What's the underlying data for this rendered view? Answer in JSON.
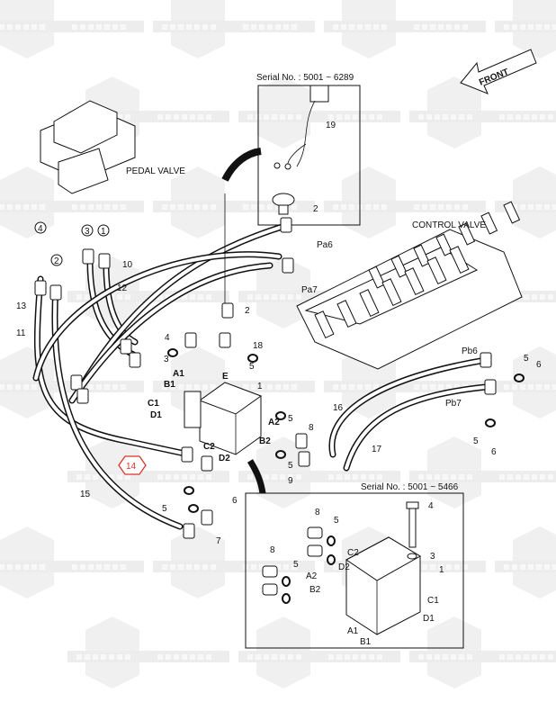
{
  "titles": {
    "pedal_valve": "PEDAL VALVE",
    "control_valve": "CONTROL VALVE",
    "front": "FRONT"
  },
  "serial_top": "Serial No. : 5001 ~ 6289",
  "serial_bottom": "Serial No.  : 5001 ~ 5466",
  "watermark": {
    "a": "COMPART",
    "b": "KOMPART"
  },
  "highlight_color": "#d9342b",
  "callouts": {
    "c19": "19",
    "c2top": "2",
    "p4": "4",
    "p2": "2",
    "p3": "3",
    "p1": "1",
    "c10": "10",
    "c12": "12",
    "c13": "13",
    "c11": "11",
    "c2": "2",
    "c18": "18",
    "c4": "4",
    "c5a": "5",
    "c3": "3",
    "cE": "E",
    "A1": "A1",
    "B1": "B1",
    "c1": "1",
    "C1": "C1",
    "D1": "D1",
    "A2": "A2",
    "B2": "B2",
    "C2": "C2",
    "D2": "D2",
    "c5b": "5",
    "c8": "8",
    "c5c": "5",
    "c9": "9",
    "c16": "16",
    "c17": "17",
    "c14": "14",
    "c15": "15",
    "c5d": "5",
    "c6a": "6",
    "c7": "7",
    "Pa6": "Pa6",
    "Pa7": "Pa7",
    "Pb6": "Pb6",
    "Pb7": "Pb7",
    "c5e": "5",
    "c6b": "6",
    "c5f": "5",
    "c6c": "6"
  },
  "inset": {
    "c4": "4",
    "c8a": "8",
    "c5a": "5",
    "c3": "3",
    "c1": "1",
    "C2": "C2",
    "D2": "D2",
    "c8b": "8",
    "c5b": "5",
    "A2": "A2",
    "B2": "B2",
    "C1": "C1",
    "D1": "D1",
    "A1": "A1",
    "B1": "B1"
  }
}
